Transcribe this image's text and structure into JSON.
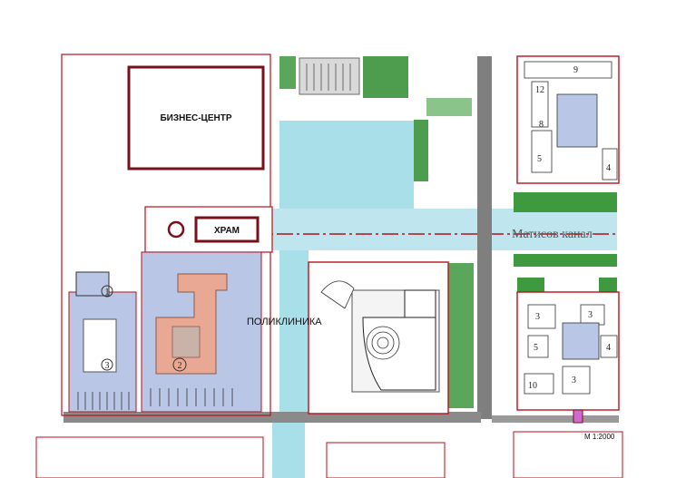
{
  "labels": {
    "business_center": "БИЗНЕС-ЦЕНТР",
    "temple": "ХРАМ",
    "polyclinic": "ПОЛИКЛИНИКА",
    "canal": "Матисов канал",
    "scale": "М 1:2000"
  },
  "site_numbers": {
    "site1": "1",
    "site2": "2",
    "site3": "3"
  },
  "building_numbers": {
    "b12": "12",
    "b9": "9",
    "b8": "8",
    "b5": "5",
    "b4": "4",
    "b3a": "3",
    "b3b": "3",
    "b5b": "5",
    "b4b": "4",
    "b10": "10",
    "b3c": "3"
  },
  "colors": {
    "boundary_red": "#b5121b",
    "business_center_outline": "#7a0f1a",
    "water": "#a9dfe9",
    "green": "#3f9a3f",
    "site_fill_blue": "#b9c6e6",
    "building_fill": "#e9a894",
    "road_grey": "#8a8a8a"
  }
}
